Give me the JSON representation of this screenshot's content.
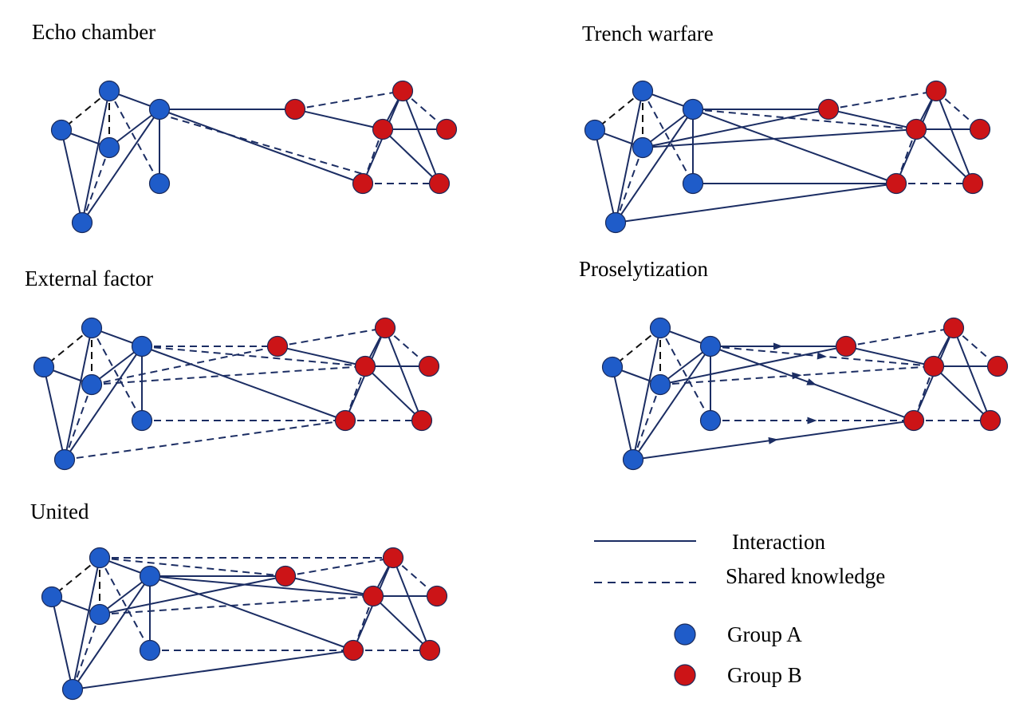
{
  "colors": {
    "group_a": "#1f5cc9",
    "group_b": "#cc1417",
    "edge": "#1b2d63",
    "edge_intra_a": "#111111"
  },
  "panels": [
    {
      "id": "echo-chamber",
      "title": "Echo chamber"
    },
    {
      "id": "trench-warfare",
      "title": "Trench warfare"
    },
    {
      "id": "external-factor",
      "title": "External factor"
    },
    {
      "id": "proselytization",
      "title": "Proselytization"
    },
    {
      "id": "united",
      "title": "United"
    }
  ],
  "legend": {
    "interaction": "Interaction",
    "shared_knowledge": "Shared knowledge",
    "group_a": "Group A",
    "group_b": "Group B"
  }
}
